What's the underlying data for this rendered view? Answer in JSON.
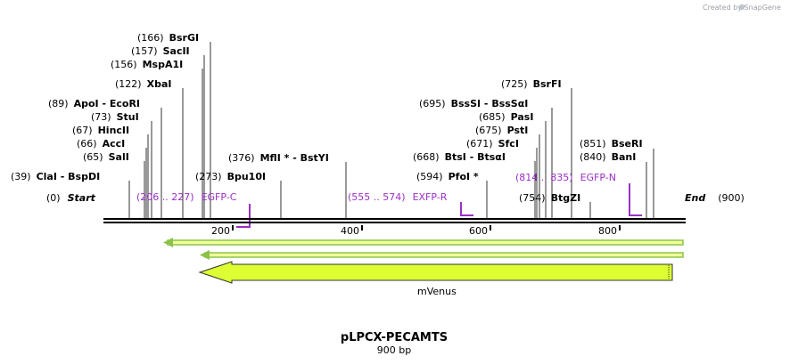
{
  "credit": "Created by SnapGene",
  "sequence": {
    "name": "pLPCX-PECAMTS",
    "length_label": "900 bp",
    "length_bp": 900
  },
  "ends": {
    "start_label": "Start",
    "start_num": "(0)",
    "end_label": "End",
    "end_num": "(900)"
  },
  "axis_ticks": [
    "200",
    "400",
    "600",
    "800"
  ],
  "enzymes": [
    {
      "num": "(166)",
      "name": "BsrGI",
      "pos": 166
    },
    {
      "num": "(157)",
      "name": "SacII",
      "pos": 157
    },
    {
      "num": "(156)",
      "name": "MspA1I",
      "pos": 156
    },
    {
      "num": "(122)",
      "name": "XbaI",
      "pos": 122
    },
    {
      "num": "(89)",
      "name": "ApoI - EcoRI",
      "pos": 89
    },
    {
      "num": "(73)",
      "name": "StuI",
      "pos": 73
    },
    {
      "num": "(67)",
      "name": "HincII",
      "pos": 67
    },
    {
      "num": "(66)",
      "name": "AccI",
      "pos": 66
    },
    {
      "num": "(65)",
      "name": "SalI",
      "pos": 65
    },
    {
      "num": "(39)",
      "name": "ClaI - BspDI",
      "pos": 39
    },
    {
      "num": "(273)",
      "name": "Bpu10I",
      "pos": 273
    },
    {
      "num": "(376)",
      "name": "MflI * - BstYI",
      "pos": 376
    },
    {
      "num": "(725)",
      "name": "BsrFI",
      "pos": 725
    },
    {
      "num": "(695)",
      "name": "BssSI - BssSαI",
      "pos": 695
    },
    {
      "num": "(685)",
      "name": "PasI",
      "pos": 685
    },
    {
      "num": "(675)",
      "name": "PstI",
      "pos": 675
    },
    {
      "num": "(671)",
      "name": "SfcI",
      "pos": 671
    },
    {
      "num": "(668)",
      "name": "BtsI - BtsαI",
      "pos": 668
    },
    {
      "num": "(594)",
      "name": "PfoI *",
      "pos": 594
    },
    {
      "num": "(754)",
      "name": "BtgZI",
      "pos": 754
    },
    {
      "num": "(851)",
      "name": "BseRI",
      "pos": 851
    },
    {
      "num": "(840)",
      "name": "BanI",
      "pos": 840
    }
  ],
  "primer_sites": [
    {
      "range": "(206 .. 227)",
      "name": "EGFP-C",
      "from": 206,
      "to": 227
    },
    {
      "range": "(555 .. 574)",
      "name": "EXFP-R",
      "from": 555,
      "to": 574
    },
    {
      "range": "(814 .. 835)",
      "name": "EGFP-N",
      "from": 814,
      "to": 835
    }
  ],
  "features": [
    {
      "name": "mVenus",
      "from": 146,
      "to": 879,
      "direction": "reverse"
    }
  ],
  "colors": {
    "backbone": "#000000",
    "primer": "#9a2fc4",
    "feature_fill": "#ddff33",
    "primer_arrow": "#8bc34a",
    "primer_arrow_fill": "#f2ff99"
  }
}
